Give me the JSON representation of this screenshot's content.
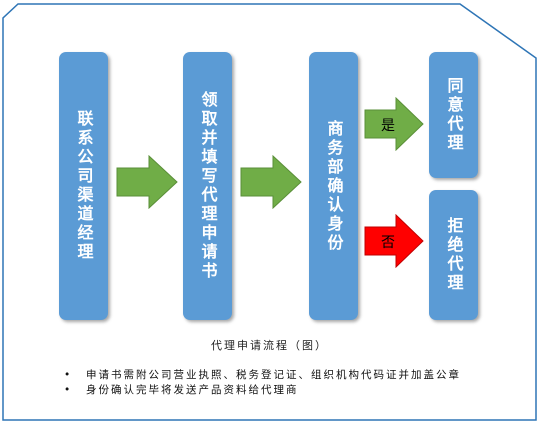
{
  "diagram": {
    "boxes": [
      {
        "id": "contact",
        "label": "联系公司渠道经理"
      },
      {
        "id": "fill",
        "label": "领取并填写代理申请书"
      },
      {
        "id": "confirm",
        "label": "商务部确认身份"
      },
      {
        "id": "agree",
        "label": "同意代理"
      },
      {
        "id": "reject",
        "label": "拒绝代理"
      }
    ],
    "arrows": {
      "yes_label": "是",
      "no_label": "否"
    },
    "colors": {
      "box": "#5B9BD5",
      "arrow_green": "#70AD47",
      "arrow_red": "#FF0000",
      "frame": "#2E75B6"
    },
    "caption": "代理申请流程（图）",
    "notes": [
      "申请书需附公司营业执照、税务登记证、组织机构代码证并加盖公章",
      "身份确认完毕将发送产品资料给代理商"
    ]
  }
}
